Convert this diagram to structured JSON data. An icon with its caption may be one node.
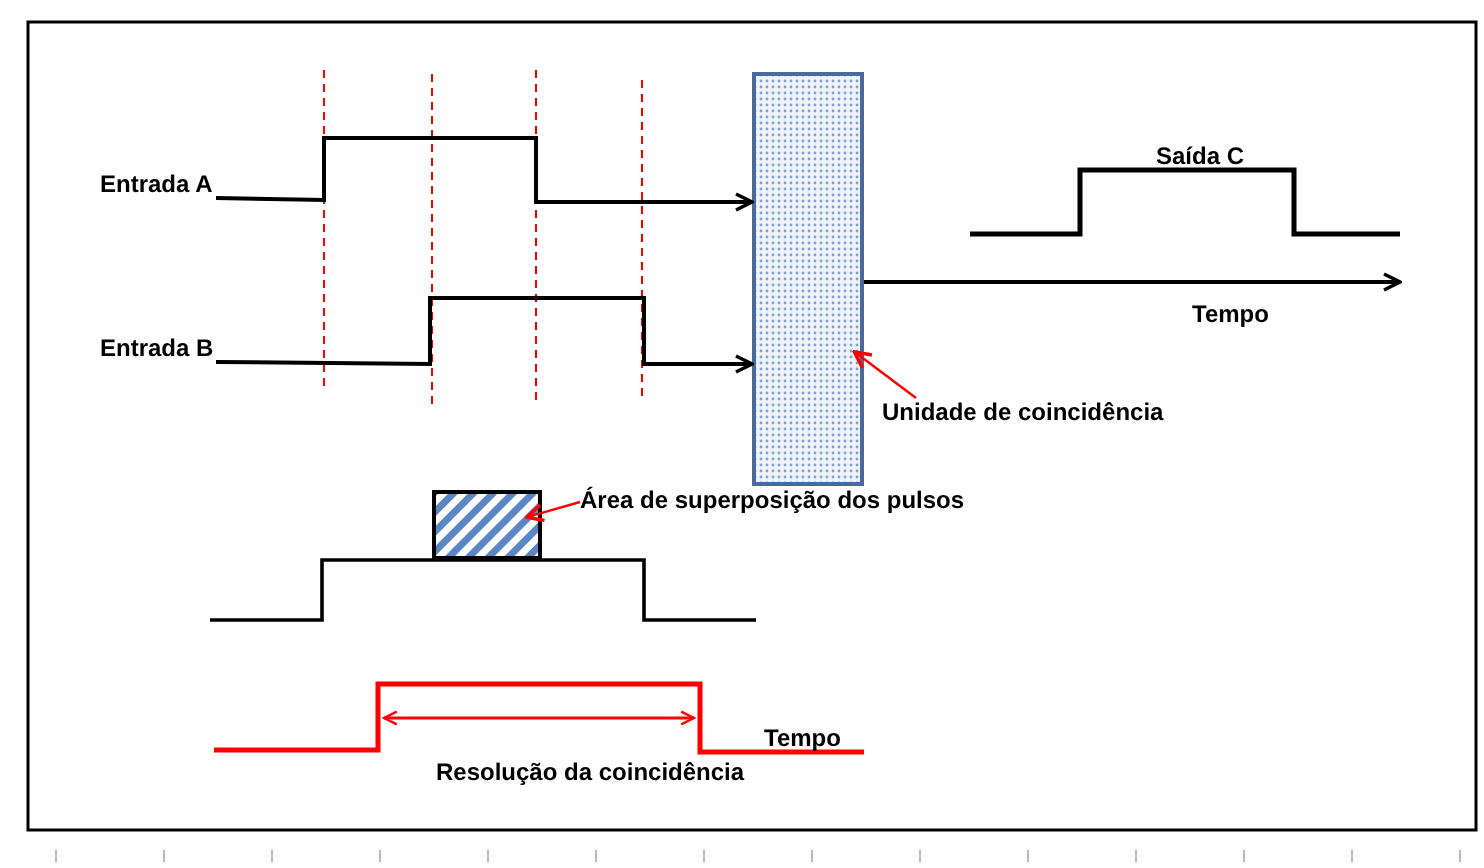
{
  "diagram": {
    "nodes": [
      {
        "text": [
          "Entrada A"
        ]
      },
      {
        "text": [
          "Entrada B"
        ]
      },
      {
        "text": [],
        "shape": "box"
      },
      {
        "text": [
          "Unidade de coincidência"
        ]
      },
      {
        "text": [
          "Área de superposição dos pulsos"
        ]
      },
      {
        "text": [],
        "shape": "box"
      }
    ],
    "edges": [
      {
        "from": 0,
        "to": 2,
        "arrow": "to"
      },
      {
        "from": 1,
        "to": 2,
        "arrow": "to"
      },
      {
        "from": 2,
        "to": null,
        "arrow": "to"
      },
      {
        "from": 3,
        "to": 2,
        "arrow": "to",
        "color": "#ff0000"
      },
      {
        "from": 4,
        "to": 5,
        "arrow": "to",
        "color": "#ff0000"
      }
    ],
    "labels": [
      "Saída C",
      "Tempo",
      "Tempo",
      "Resolução da coincidência"
    ]
  }
}
